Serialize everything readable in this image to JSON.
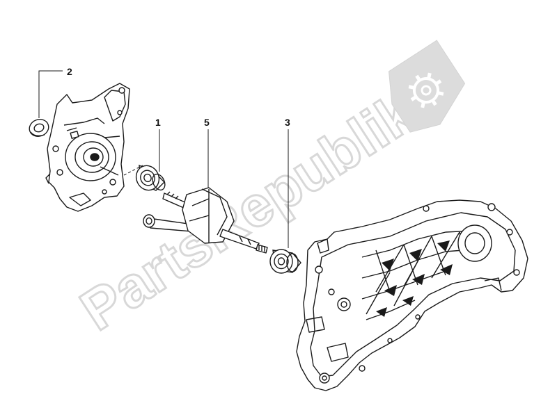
{
  "diagram": {
    "callouts": [
      {
        "id": "2",
        "label": "2"
      },
      {
        "id": "1",
        "label": "1"
      },
      {
        "id": "5",
        "label": "5"
      },
      {
        "id": "3",
        "label": "3"
      }
    ]
  },
  "watermark": {
    "text": "PartsRepublik",
    "icon": "gear-icon",
    "color": "#d9d9d9"
  },
  "line_color": "#1a1a1a"
}
